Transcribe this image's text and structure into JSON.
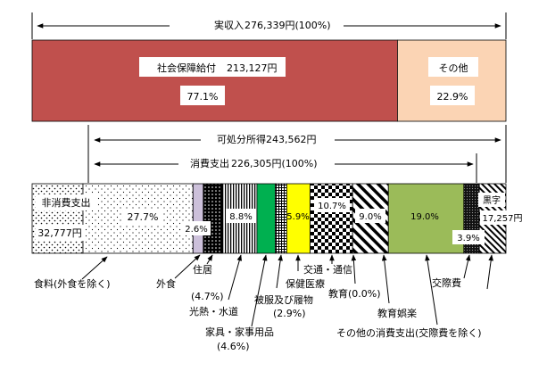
{
  "chart_data": {
    "type": "bar",
    "income": {
      "label": "実収入",
      "value": "276,339円(100%)",
      "segments": [
        {
          "name": "社会保障給付",
          "amount": "213,127円",
          "share": "77.1%",
          "share_value": 77.1,
          "color": "#c0504d"
        },
        {
          "name": "その他",
          "amount": "",
          "share": "22.9%",
          "share_value": 22.9,
          "color": "#fbd4b4"
        }
      ]
    },
    "disposable": {
      "label": "可処分所得",
      "value": "243,562円"
    },
    "spending": {
      "label": "消費支出",
      "value": "226,305円(100%)"
    },
    "expense_bar": {
      "segments": [
        {
          "id": "non-consumption",
          "share_value": 12.8,
          "fill": "dots-sparse"
        },
        {
          "id": "food",
          "share_value": 27.7,
          "fill": "dots-fine"
        },
        {
          "id": "eating-out",
          "share_value": 2.6,
          "fill": "solid-lavender"
        },
        {
          "id": "housing",
          "share_value": 4.7,
          "fill": "black-dots"
        },
        {
          "id": "utilities",
          "share_value": 8.8,
          "fill": "vertical-lines"
        },
        {
          "id": "household-goods",
          "share_value": 4.6,
          "fill": "solid-green"
        },
        {
          "id": "clothing",
          "share_value": 2.9,
          "fill": "grid"
        },
        {
          "id": "medical",
          "share_value": 5.9,
          "fill": "solid-yellow"
        },
        {
          "id": "transport",
          "share_value": 10.7,
          "fill": "checker"
        },
        {
          "id": "education",
          "share_value": 0.0,
          "fill": "none"
        },
        {
          "id": "recreation",
          "share_value": 9.0,
          "fill": "diagonal"
        },
        {
          "id": "other",
          "share_value": 19.0,
          "fill": "solid-olive"
        },
        {
          "id": "social",
          "share_value": 3.9,
          "fill": "dark-dots"
        },
        {
          "id": "surplus",
          "share_value": 6.7,
          "fill": "diagonal-dense"
        }
      ],
      "inner_labels": {
        "non_consumption": "非消費支出",
        "non_consumption_amount": "32,777円",
        "food": "27.7%",
        "eating_out": "2.6%",
        "utilities": "8.8%",
        "medical": "5.9%",
        "transport": "10.7%",
        "recreation": "9.0%",
        "other": "19.0%",
        "social": "3.9%",
        "surplus": "黒字",
        "surplus_amount": "17,257円"
      }
    },
    "callouts": {
      "food": "食料(外食を除く)",
      "eating_out": "外食",
      "housing": "住居",
      "housing_share": "(4.7%)",
      "utilities": "光熱・水道",
      "household_goods": "家具・家事用品",
      "household_goods_share": "(4.6%)",
      "clothing": "被服及び履物",
      "clothing_share": "(2.9%)",
      "medical": "保健医療",
      "transport": "交通・通信",
      "education": "教育(0.0%)",
      "recreation": "教育娯楽",
      "other": "その他の消費支出(交際費を除く)",
      "social": "交際費"
    }
  }
}
